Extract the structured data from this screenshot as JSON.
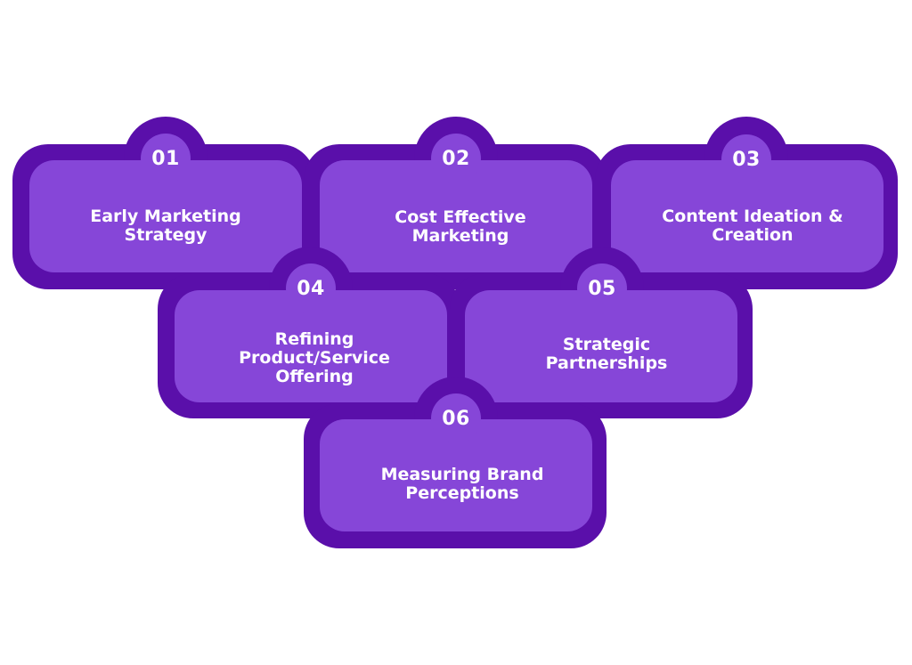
{
  "colors": {
    "frame": "#5a0faa",
    "panel": "#8646d8",
    "badge": "#8646d8",
    "text": "#ffffff",
    "background": "#ffffff"
  },
  "steps": [
    {
      "number": "01",
      "label": "Early Marketing Strategy"
    },
    {
      "number": "02",
      "label": "Cost Effective Marketing"
    },
    {
      "number": "03",
      "label": "Content Ideation & Creation"
    },
    {
      "number": "04",
      "label": "Refining Product/Service Offering"
    },
    {
      "number": "05",
      "label": "Strategic Partnerships"
    },
    {
      "number": "06",
      "label": "Measuring Brand Perceptions"
    }
  ]
}
